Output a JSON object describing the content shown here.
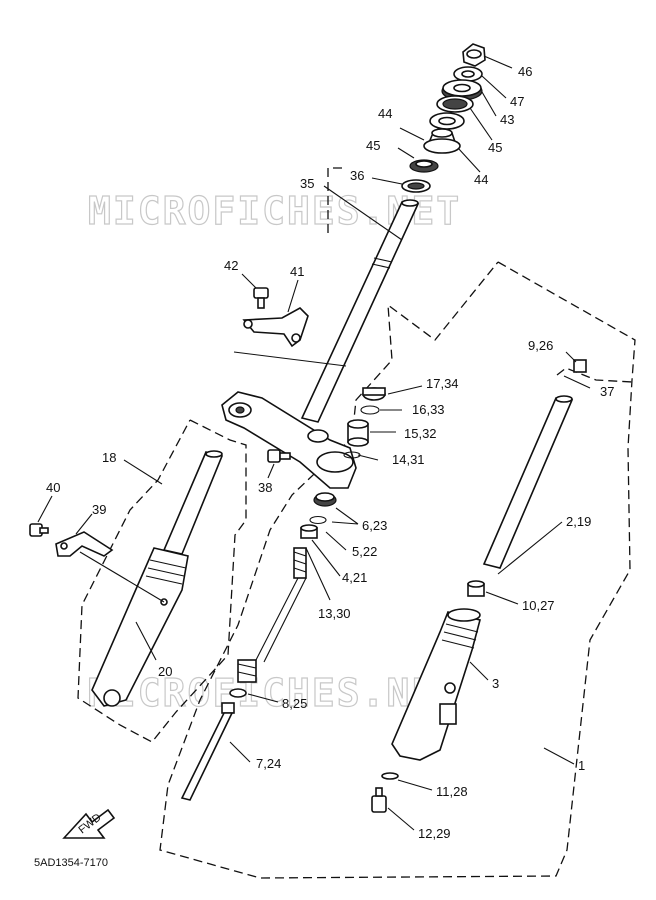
{
  "watermark": "MICROFICHES.NET",
  "document_code": "5AD1354-7170",
  "fwd_label": "FWD",
  "callouts": {
    "c46": "46",
    "c47": "47",
    "c43": "43",
    "c45a": "45",
    "c44a": "44",
    "c44b": "44",
    "c45b": "45",
    "c36": "36",
    "c35": "35",
    "c42": "42",
    "c41": "41",
    "c9_26": "9,26",
    "c37": "37",
    "c17_34": "17,34",
    "c16_33": "16,33",
    "c15_32": "15,32",
    "c14_31": "14,31",
    "c18": "18",
    "c38": "38",
    "c40": "40",
    "c39": "39",
    "c6_23": "6,23",
    "c5_22": "5,22",
    "c4_21": "4,21",
    "c2_19": "2,19",
    "c13_30": "13,30",
    "c10_27": "10,27",
    "c20": "20",
    "c3": "3",
    "c8_25": "8,25",
    "c7_24": "7,24",
    "c1": "1",
    "c11_28": "11,28",
    "c12_29": "12,29"
  }
}
